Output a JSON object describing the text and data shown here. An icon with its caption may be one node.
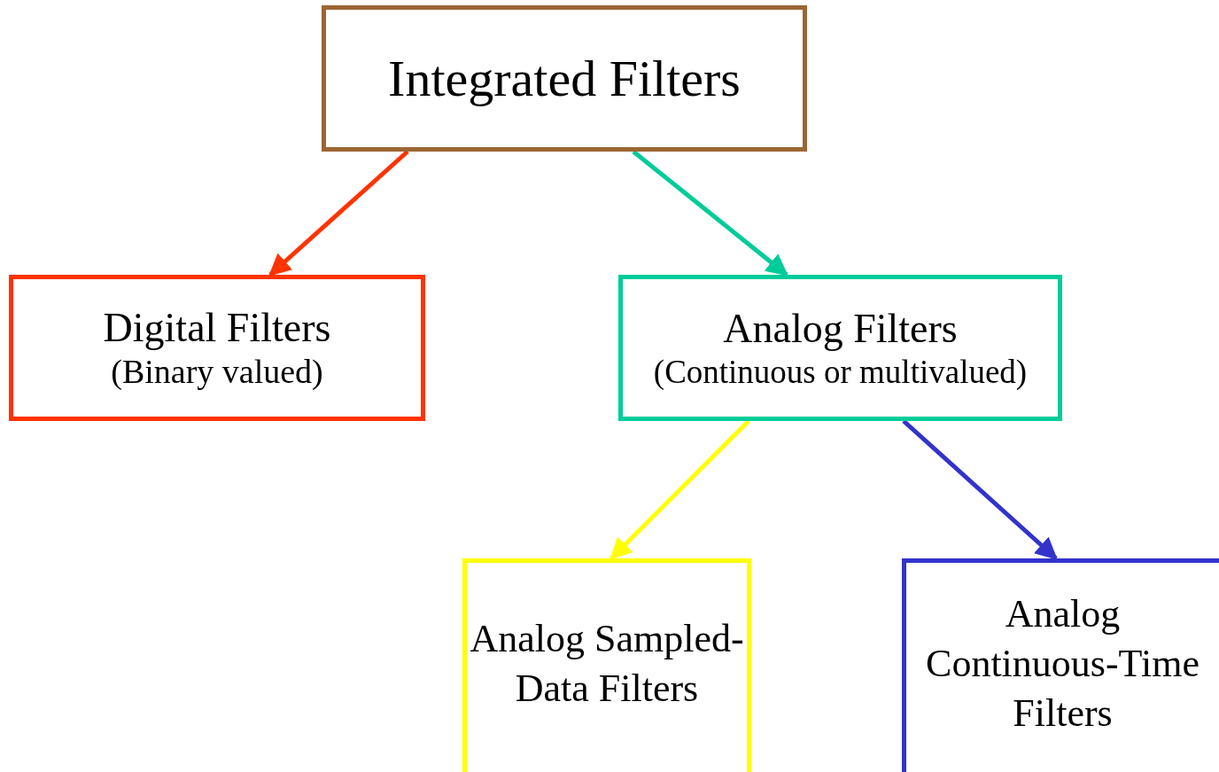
{
  "diagram": {
    "nodes": [
      {
        "text": [
          "Integrated Filters"
        ]
      },
      {
        "text": [
          "Digital Filters",
          "(Binary valued)"
        ]
      },
      {
        "text": [
          "Analog Filters",
          "(Continuous or multivalued)"
        ]
      },
      {
        "text": [
          "Analog Sampled-Data Filters"
        ]
      },
      {
        "text": [
          "Analog Continuous-Time Filters"
        ]
      }
    ],
    "edges": [
      {
        "from": 0,
        "to": 1,
        "arrow": "to",
        "color": "#ff3300"
      },
      {
        "from": 0,
        "to": 2,
        "arrow": "to",
        "color": "#00cc99"
      },
      {
        "from": 2,
        "to": 3,
        "arrow": "to",
        "color": "#ffff00"
      },
      {
        "from": 2,
        "to": 4,
        "arrow": "to",
        "color": "#3333cc"
      }
    ]
  }
}
